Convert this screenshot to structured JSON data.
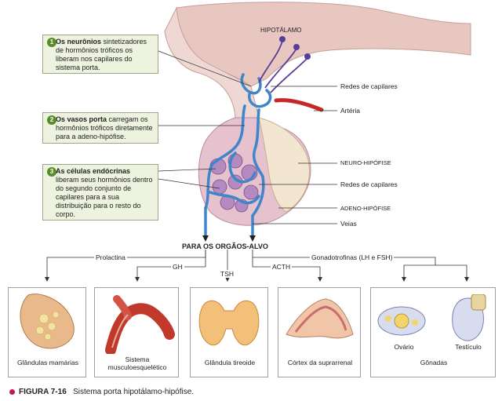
{
  "callouts": [
    {
      "number": "1",
      "bold": "Os neurônios",
      "text": " sintetizadores de hormônios tróficos os liberam nos capilares do sistema porta."
    },
    {
      "number": "2",
      "bold": "Os vasos porta",
      "text": " carregam os hormônios tróficos diretamente para a adeno-hipófise."
    },
    {
      "number": "3",
      "bold": "As células endócrinas",
      "text": " liberam seus hormônios dentro do segundo conjunto de capilares para a sua distribuição para o resto do corpo."
    }
  ],
  "labels": {
    "hipotalamo": "HIPOTÁLAMO",
    "redes_capilares_1": "Redes de capilares",
    "arteria": "Artéria",
    "neuro_hipofise": "NEURO-HIPÓFISE",
    "redes_capilares_2": "Redes de capilares",
    "adeno_hipofise": "ADENO-HIPÓFISE",
    "veias": "Veias",
    "para_orgaos": "PARA OS ORGÃOS-ALVO"
  },
  "hormones": {
    "prolactina": "Prolactina",
    "gh": "GH",
    "tsh": "TSH",
    "acth": "ACTH",
    "gonadotrofinas": "Gonadotrofinas (LH e FSH)"
  },
  "organs": {
    "mamarias": "Glândulas mamárias",
    "musculo": "Sistema musculoesquelético",
    "tireoide": "Glândula tireoide",
    "suprarrenal": "Córtex da suprarrenal",
    "ovario": "Ovário",
    "testiculo": "Testículo",
    "gonadas": "Gônadas"
  },
  "caption": {
    "figure": "FIGURA 7-16",
    "title": "Sistema porta hipotálamo-hipófise."
  },
  "colors": {
    "vessel_blue": "#3f86c8",
    "artery_red": "#c62828",
    "neuron_purple": "#5a3d99",
    "badge_green": "#5a8a2a",
    "callout_bg": "#eef3df",
    "caption_dot": "#c2185b"
  }
}
